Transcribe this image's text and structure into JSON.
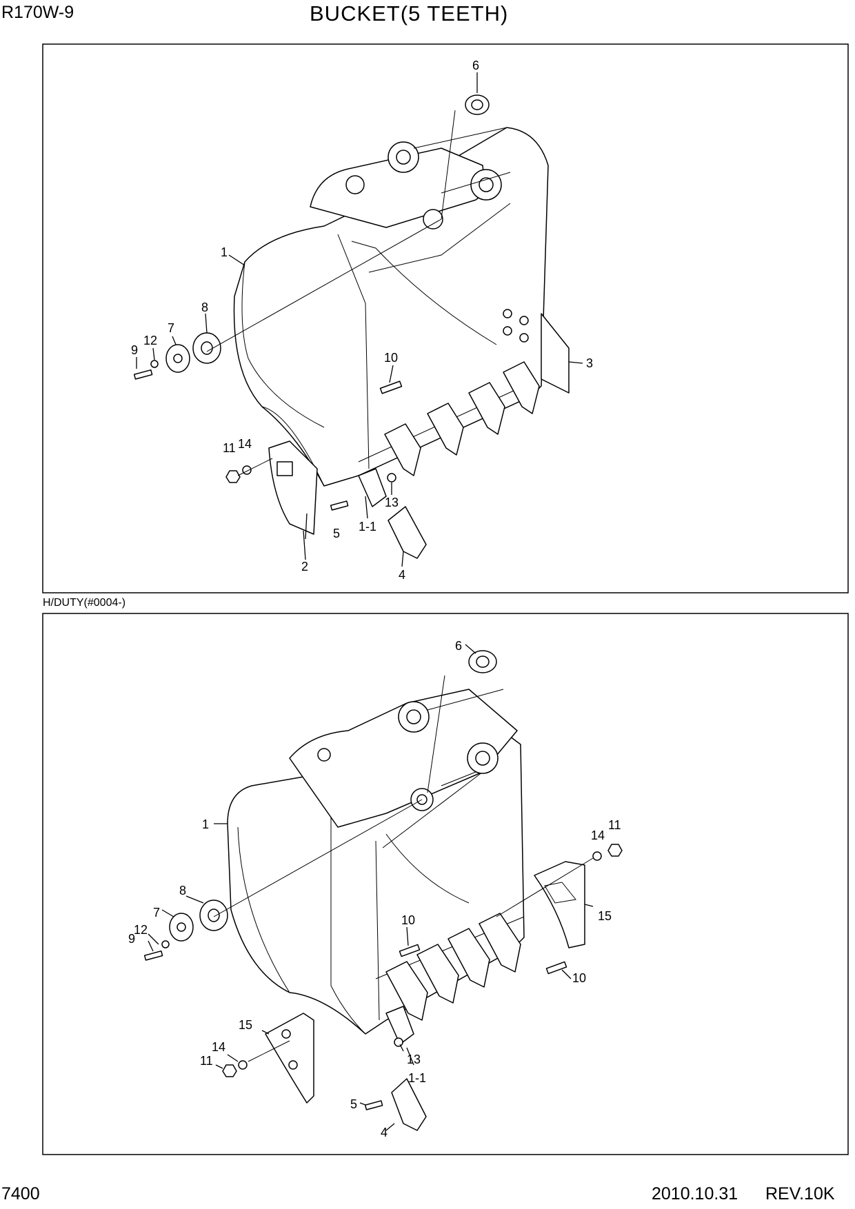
{
  "header": {
    "model": "R170W-9",
    "title": "BUCKET(5 TEETH)"
  },
  "section_label": "H/DUTY(#0004-)",
  "footer": {
    "page": "7400",
    "date": "2010.10.31",
    "revision": "REV.10K"
  },
  "upper_diagram": {
    "callouts": [
      "1",
      "1-1",
      "2",
      "3",
      "4",
      "5",
      "6",
      "7",
      "8",
      "9",
      "10",
      "11",
      "12",
      "13",
      "14"
    ]
  },
  "lower_diagram": {
    "callouts": [
      "1",
      "1-1",
      "4",
      "5",
      "6",
      "7",
      "8",
      "9",
      "10",
      "10",
      "11",
      "11",
      "12",
      "13",
      "14",
      "14",
      "15",
      "15"
    ]
  }
}
